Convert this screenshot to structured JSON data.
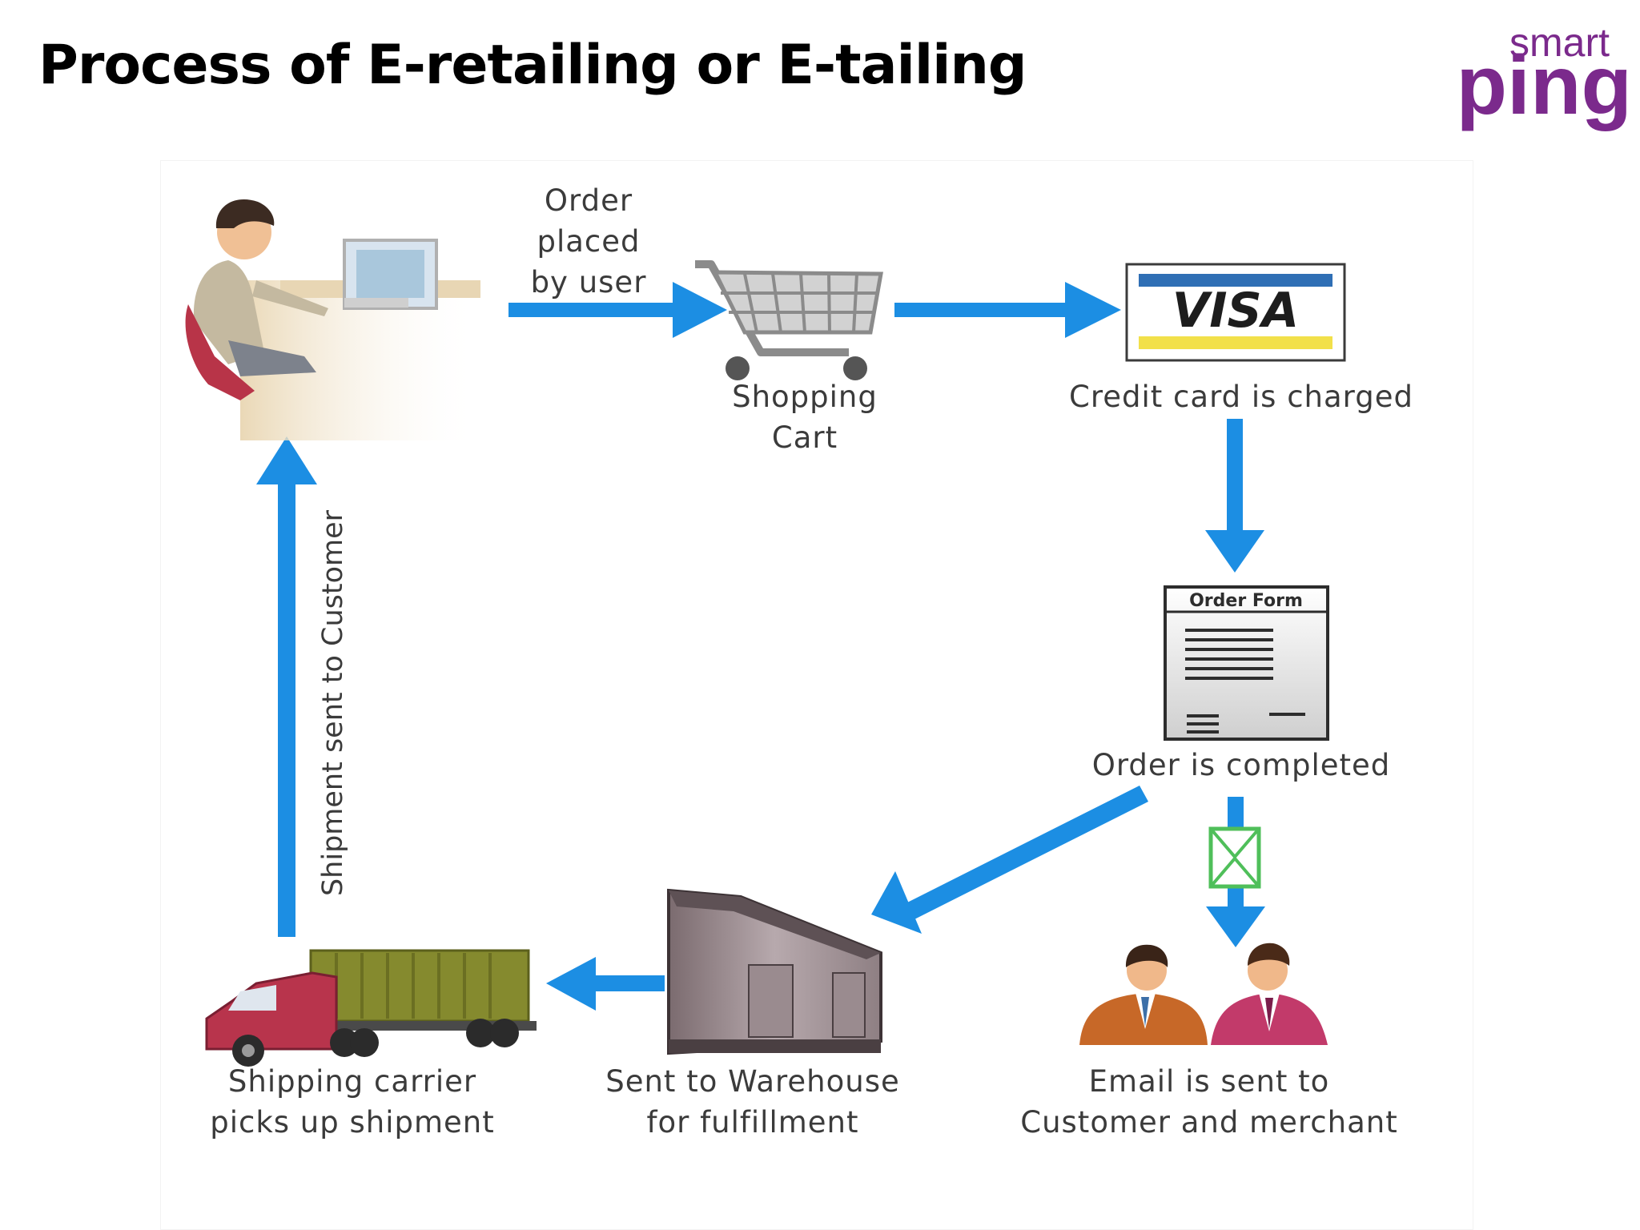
{
  "title": "Process of E-retailing or E-tailing",
  "logo": {
    "top_word": "smart",
    "main_word": "ping",
    "color": "#7b2a8c"
  },
  "colors": {
    "arrow": "#1c8ee3",
    "text": "#3b3b3b"
  },
  "icons": [
    "user-at-computer-icon",
    "shopping-cart-icon",
    "visa-card-icon",
    "order-form-icon",
    "envelope-icon",
    "customer-merchant-icon",
    "warehouse-icon",
    "truck-icon"
  ],
  "visa_text": "VISA",
  "form_header": "Order Form",
  "steps": {
    "order_placed": "Order\nplaced\nby user",
    "shopping_cart": "Shopping\nCart",
    "credit_card": "Credit card is charged",
    "order_completed": "Order is completed",
    "email": "Email is sent to\nCustomer and merchant",
    "warehouse": "Sent to Warehouse\nfor fulfillment",
    "shipping": "Shipping carrier\npicks up shipment",
    "shipment_sent": "Shipment sent to Customer"
  }
}
